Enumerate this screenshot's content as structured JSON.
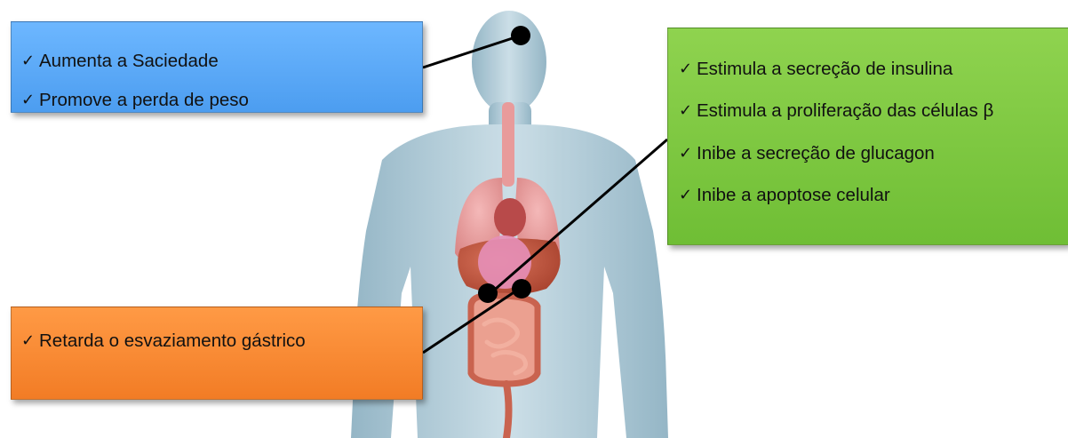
{
  "diagram": {
    "callouts": {
      "brain": {
        "color": "#5aa9f5",
        "items": [
          "Aumenta a Saciedade",
          "Promove a perda de peso"
        ]
      },
      "pancreas": {
        "color": "#7dc744",
        "items": [
          "Estimula a secreção de insulina",
          "Estimula a proliferação das células β",
          "Inibe a secreção de glucagon",
          "Inibe a apoptose celular"
        ]
      },
      "stomach": {
        "color": "#f58a33",
        "items": [
          "Retarda o esvaziamento gástrico"
        ]
      }
    },
    "check_glyph": "✓",
    "icons": [
      "human-body-illustration",
      "marker-dot",
      "check-icon"
    ]
  }
}
